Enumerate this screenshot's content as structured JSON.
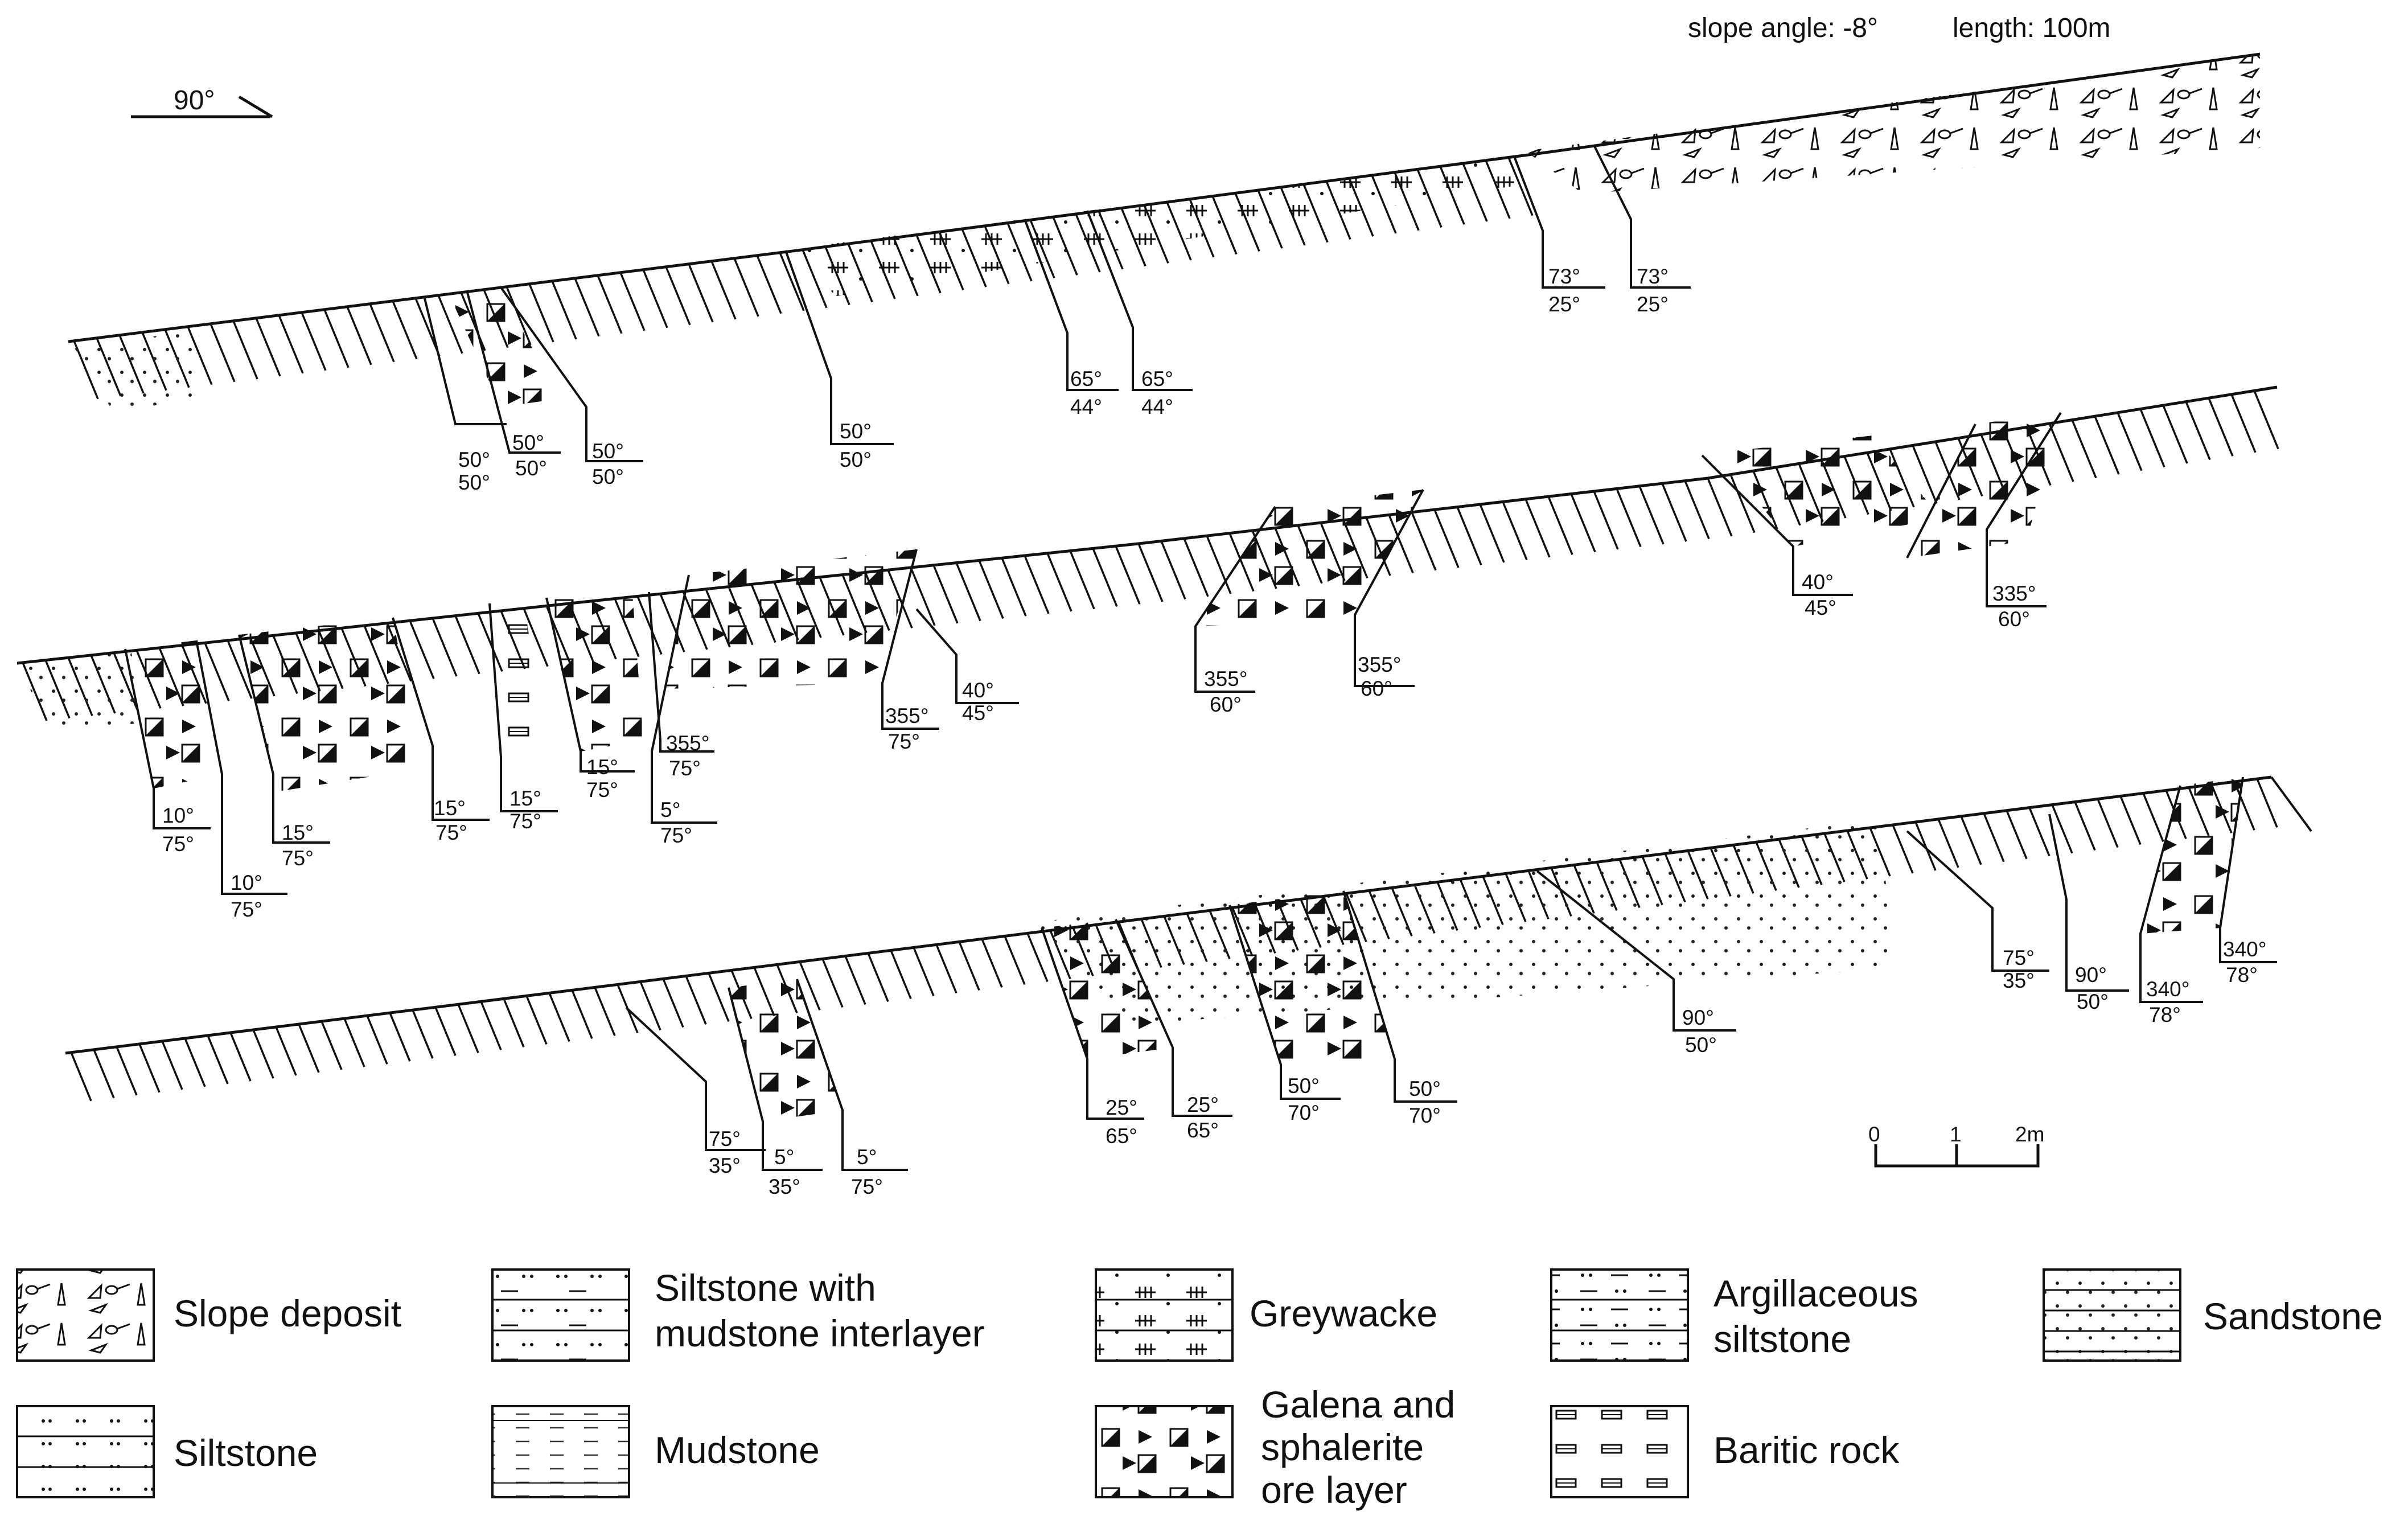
{
  "header": {
    "slope": "slope angle: -8°",
    "length": "length: 100m"
  },
  "orientation": {
    "label": "90°"
  },
  "scale": {
    "ticks": [
      "0",
      "1",
      "2m"
    ]
  },
  "attitudes": {
    "profile1": [
      {
        "top": "50°",
        "bottom": "50°"
      },
      {
        "top": "50°",
        "bottom": "50°"
      },
      {
        "top": "50°",
        "bottom": "50°"
      },
      {
        "top": "50°",
        "bottom": "50°"
      },
      {
        "top": "65°",
        "bottom": "44°"
      },
      {
        "top": "65°",
        "bottom": "44°"
      },
      {
        "top": "73°",
        "bottom": "25°"
      },
      {
        "top": "73°",
        "bottom": "25°"
      }
    ],
    "profile2": [
      {
        "top": "10°",
        "bottom": "75°"
      },
      {
        "top": "10°",
        "bottom": "75°"
      },
      {
        "top": "15°",
        "bottom": "75°"
      },
      {
        "top": "15°",
        "bottom": "75°"
      },
      {
        "top": "15°",
        "bottom": "75°"
      },
      {
        "top": "15°",
        "bottom": "75°"
      },
      {
        "top": "355°",
        "bottom": "75°"
      },
      {
        "top": "5°",
        "bottom": "75°"
      },
      {
        "top": "355°",
        "bottom": "75°"
      },
      {
        "top": "40°",
        "bottom": "45°"
      },
      {
        "top": "355°",
        "bottom": "60°"
      },
      {
        "top": "355°",
        "bottom": "60°"
      },
      {
        "top": "40°",
        "bottom": "45°"
      },
      {
        "top": "335°",
        "bottom": "60°"
      }
    ],
    "profile3": [
      {
        "top": "75°",
        "bottom": "35°"
      },
      {
        "top": "5°",
        "bottom": "35°"
      },
      {
        "top": "5°",
        "bottom": "75°"
      },
      {
        "top": "25°",
        "bottom": "65°"
      },
      {
        "top": "25°",
        "bottom": "65°"
      },
      {
        "top": "50°",
        "bottom": "70°"
      },
      {
        "top": "50°",
        "bottom": "70°"
      },
      {
        "top": "90°",
        "bottom": "50°"
      },
      {
        "top": "75°",
        "bottom": "35°"
      },
      {
        "top": "90°",
        "bottom": "50°"
      },
      {
        "top": "340°",
        "bottom": "78°"
      },
      {
        "top": "340°",
        "bottom": "78°"
      }
    ]
  },
  "legend": {
    "slope_deposit": "Slope deposit",
    "silt_mud_1": "Siltstone with",
    "silt_mud_2": "mudstone interlayer",
    "greywacke": "Greywacke",
    "argillaceous_1": "Argillaceous",
    "argillaceous_2": "siltstone",
    "sandstone": "Sandstone",
    "siltstone": "Siltstone",
    "mudstone": "Mudstone",
    "ore_1": "Galena and",
    "ore_2": "sphalerite",
    "ore_3": "ore layer",
    "baritic": "Baritic rock"
  }
}
